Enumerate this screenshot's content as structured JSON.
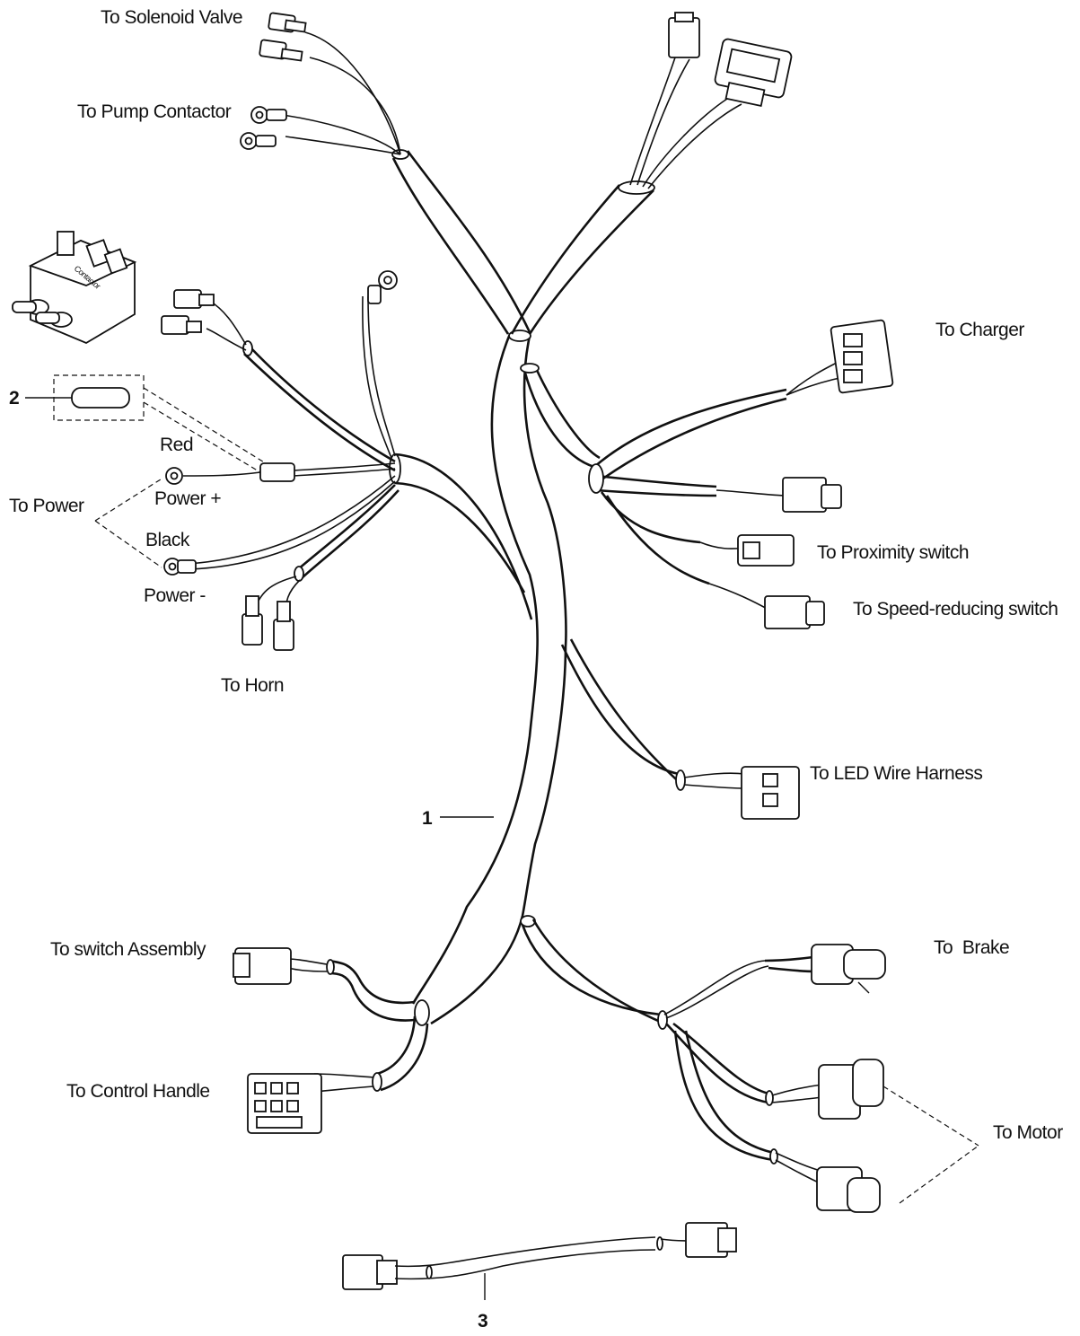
{
  "labels": {
    "solenoid_valve": "To Solenoid Valve",
    "pump_contactor": "To Pump Contactor",
    "charger": "To Charger",
    "proximity_switch": "To Proximity switch",
    "speed_reducing_switch": "To Speed-reducing switch",
    "led_wire_harness": "To LED Wire Harness",
    "switch_assembly": "To switch Assembly",
    "control_handle": "To Control Handle",
    "brake": "To  Brake",
    "motor": "To Motor",
    "power": "To Power",
    "red": "Red",
    "power_plus": "Power +",
    "black": "Black",
    "power_minus": "Power -",
    "horn": "To Horn",
    "contactor_text": "Contactor"
  },
  "callouts": {
    "harness": "1",
    "fuse": "2",
    "jumper": "3"
  }
}
